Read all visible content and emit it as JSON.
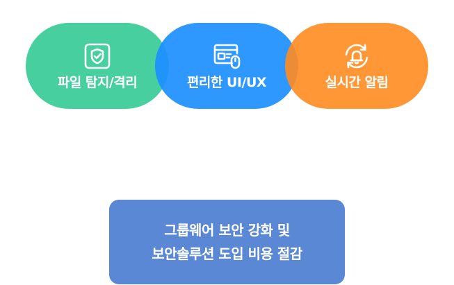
{
  "features": [
    {
      "label": "파일 탐지/격리",
      "icon": "shield-check-icon",
      "color": "#47cfa0"
    },
    {
      "label": "편리한 UI/UX",
      "icon": "window-mouse-icon",
      "color": "#1d8fff"
    },
    {
      "label": "실시간 알림",
      "icon": "bell-refresh-icon",
      "color": "#ff8c20"
    }
  ],
  "summary": {
    "line1": "그룹웨어 보안 강화 및",
    "line2": "보안솔루션 도입 비용 절감",
    "color": "#5a88d5"
  }
}
